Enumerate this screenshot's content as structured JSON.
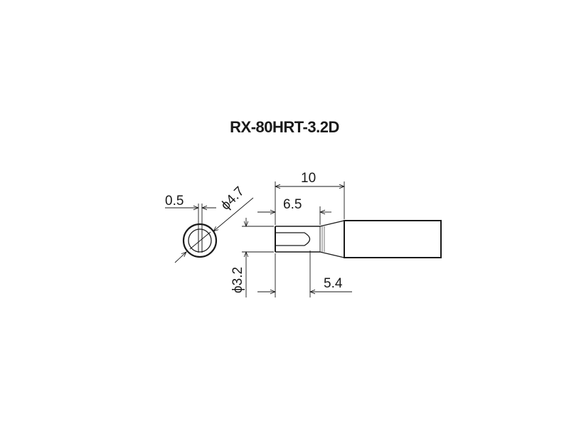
{
  "title": "RX-80HRT-3.2D",
  "dimensions": {
    "end_thickness": "0.5",
    "outer_diameter": "ϕ4.7",
    "overall_length": "10",
    "tip_length": "6.5",
    "tip_diameter": "ϕ3.2",
    "flat_length": "5.4"
  },
  "colors": {
    "line": "#1a1a1a",
    "shaft_fill": "#ffffff"
  }
}
